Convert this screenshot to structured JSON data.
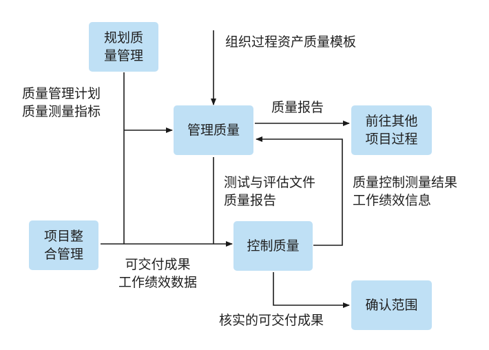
{
  "nodes": {
    "plan_quality": "规划质\n量管理",
    "manage_quality": "管理质量",
    "other_processes": "前往其他\n项目过程",
    "integration": "项目整\n合管理",
    "control_quality": "控制质量",
    "validate_scope": "确认范围"
  },
  "labels": {
    "org_assets": "组织过程资产质量模板",
    "plan_outputs": "质量管理计划\n质量测量指标",
    "quality_reports": "质量报告",
    "test_docs": "测试与评估文件\n质量报告",
    "control_results": "质量控制测量结果\n工作绩效信息",
    "deliverables": "可交付成果\n工作绩效数据",
    "verified_deliverables": "核实的可交付成果"
  },
  "colors": {
    "box_fill": "#bfe0f5",
    "line": "#1a1a1a"
  }
}
